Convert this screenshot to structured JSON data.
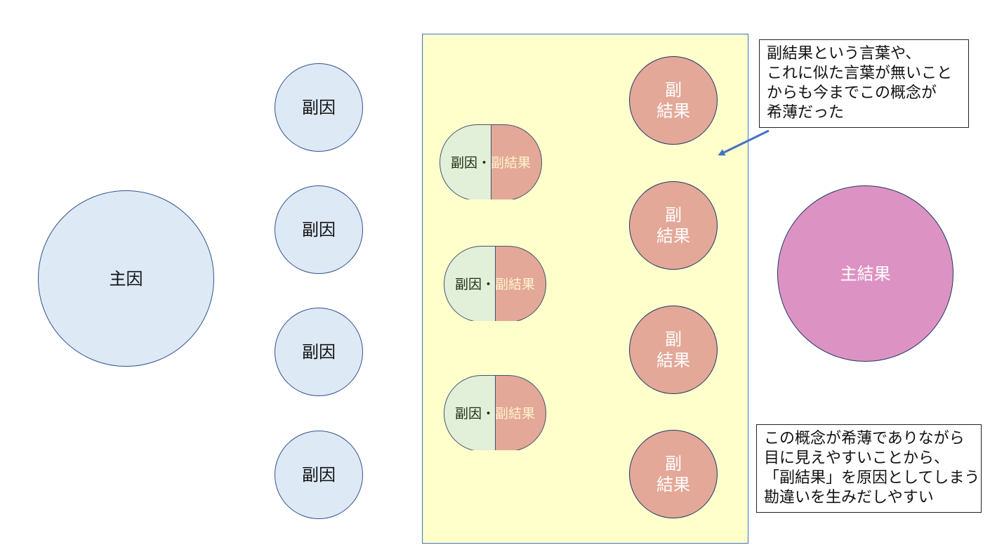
{
  "main_cause": {
    "label": "主因"
  },
  "sub_causes": [
    {
      "label": "副因"
    },
    {
      "label": "副因"
    },
    {
      "label": "副因"
    },
    {
      "label": "副因"
    }
  ],
  "combined_items": [
    {
      "cause": "副因",
      "sep": "・",
      "effect": "副結果"
    },
    {
      "cause": "副因",
      "sep": "・",
      "effect": "副結果"
    },
    {
      "cause": "副因",
      "sep": "・",
      "effect": "副結果"
    }
  ],
  "side_effects": [
    {
      "line1": "副",
      "line2": "結果"
    },
    {
      "line1": "副",
      "line2": "結果"
    },
    {
      "line1": "副",
      "line2": "結果"
    },
    {
      "line1": "副",
      "line2": "結果"
    }
  ],
  "main_effect": {
    "label": "主結果"
  },
  "note_top": {
    "lines": [
      "副結果という言葉や、",
      "これに似た言葉が無いこと",
      "からも今までこの概念が",
      "希薄だった"
    ]
  },
  "note_bottom": {
    "lines": [
      "この概念が希薄でありながら",
      "目に見えやすいことから、",
      "「副結果」を原因としてしまう",
      "勘違いを生みだしやすい"
    ]
  },
  "colors": {
    "cause_fill": "#dee9f6",
    "effect_fill": "#e3a898",
    "main_effect_fill": "#dc93c3",
    "container_fill": "#ffffcc",
    "arrow": "#4472c4"
  }
}
